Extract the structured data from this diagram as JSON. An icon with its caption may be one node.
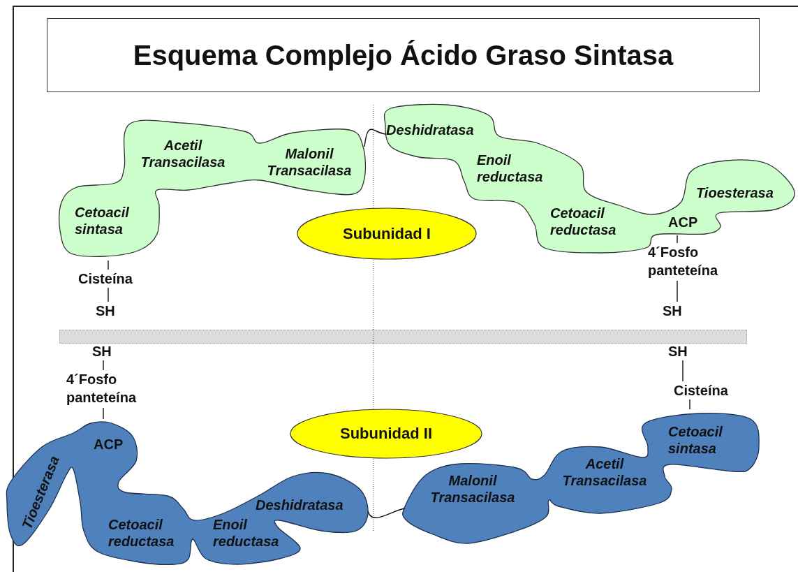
{
  "diagram": {
    "title": "Esquema Complejo Ácido Graso Sintasa",
    "nodes": [
      {
        "text": [
          "Acetil Transacilasa",
          "Malonil Transacilasa",
          "Cetoacil sintasa"
        ]
      },
      {
        "text": [
          "Deshidratasa",
          "Enoil reductasa",
          "Tioesterasa",
          "Cetoacil reductasa",
          "ACP"
        ]
      },
      {
        "text": [
          "Subunidad I"
        ]
      },
      {
        "text": [
          "Cisteína"
        ]
      },
      {
        "text": [
          "4´Fosfo panteteína"
        ]
      },
      {
        "text": [
          "SH"
        ]
      },
      {
        "text": [
          "SH"
        ]
      },
      {
        "text": [
          "SH"
        ]
      },
      {
        "text": [
          "SH"
        ]
      },
      {
        "text": [
          "4´Fosfo panteteína"
        ]
      },
      {
        "text": [
          "Cisteína"
        ]
      },
      {
        "text": [
          "Subunidad II"
        ]
      },
      {
        "text": [
          "Tioesterasa",
          "ACP",
          "Deshidratasa",
          "Cetoacil reductasa",
          "Enoil reductasa"
        ]
      },
      {
        "text": [
          "Cetoacil sintasa",
          "Acetil Transacilasa",
          "Malonil Transacilasa"
        ]
      },
      {
        "text": [],
        "shape": "bar"
      }
    ],
    "edges": [
      {
        "from": 0,
        "to": 3,
        "arrow": "none"
      },
      {
        "from": 3,
        "to": 5,
        "arrow": "none"
      },
      {
        "from": 1,
        "to": 4,
        "arrow": "none"
      },
      {
        "from": 4,
        "to": 6,
        "arrow": "none"
      },
      {
        "from": 7,
        "to": 9,
        "arrow": "none"
      },
      {
        "from": 9,
        "to": 12,
        "arrow": "none"
      },
      {
        "from": 8,
        "to": 10,
        "arrow": "none"
      },
      {
        "from": 10,
        "to": 13,
        "arrow": "none"
      },
      {
        "from": 0,
        "to": 1,
        "arrow": "none"
      },
      {
        "from": 12,
        "to": 13,
        "arrow": "none"
      }
    ]
  }
}
